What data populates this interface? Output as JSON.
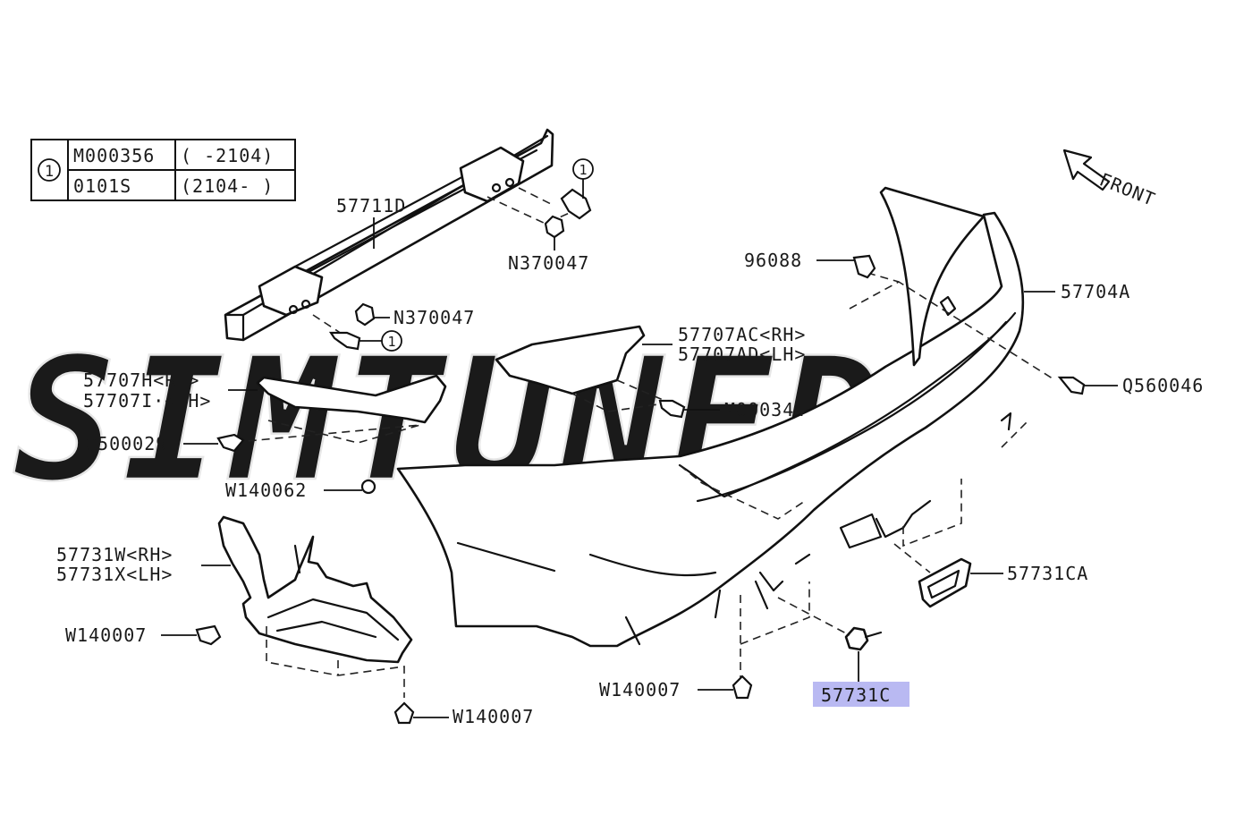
{
  "watermark": "SIMTUNED",
  "direction": "FRONT",
  "legend": {
    "ref": "1",
    "rows": [
      {
        "part": "M000356",
        "range": "(   -2104)"
      },
      {
        "part": "0101S",
        "range": "(2104-   )"
      }
    ]
  },
  "ref_marker": "1",
  "labels": {
    "l_57711D": "57711D",
    "l_N370047_top": "N370047",
    "l_N370047_mid": "N370047",
    "l_57707H": "57707H<RH>",
    "l_57707I": "57707I·<LH>",
    "l_Q500029": "Q500029",
    "l_57707AC": "57707AC<RH>",
    "l_57707AD": "57707AD<LH>",
    "l_M000344": "M000344",
    "l_96088": "96088",
    "l_57704A": "57704A",
    "l_Q560046": "Q560046",
    "l_W140062": "W140062",
    "l_57731W": "57731W<RH>",
    "l_57731X": "57731X<LH>",
    "l_W140007_left": "W140007",
    "l_W140007_bottom": "W140007",
    "l_W140007_center": "W140007",
    "l_57731CA": "57731CA",
    "l_57731C": "57731C"
  },
  "highlight_color": "#b9b9f2"
}
